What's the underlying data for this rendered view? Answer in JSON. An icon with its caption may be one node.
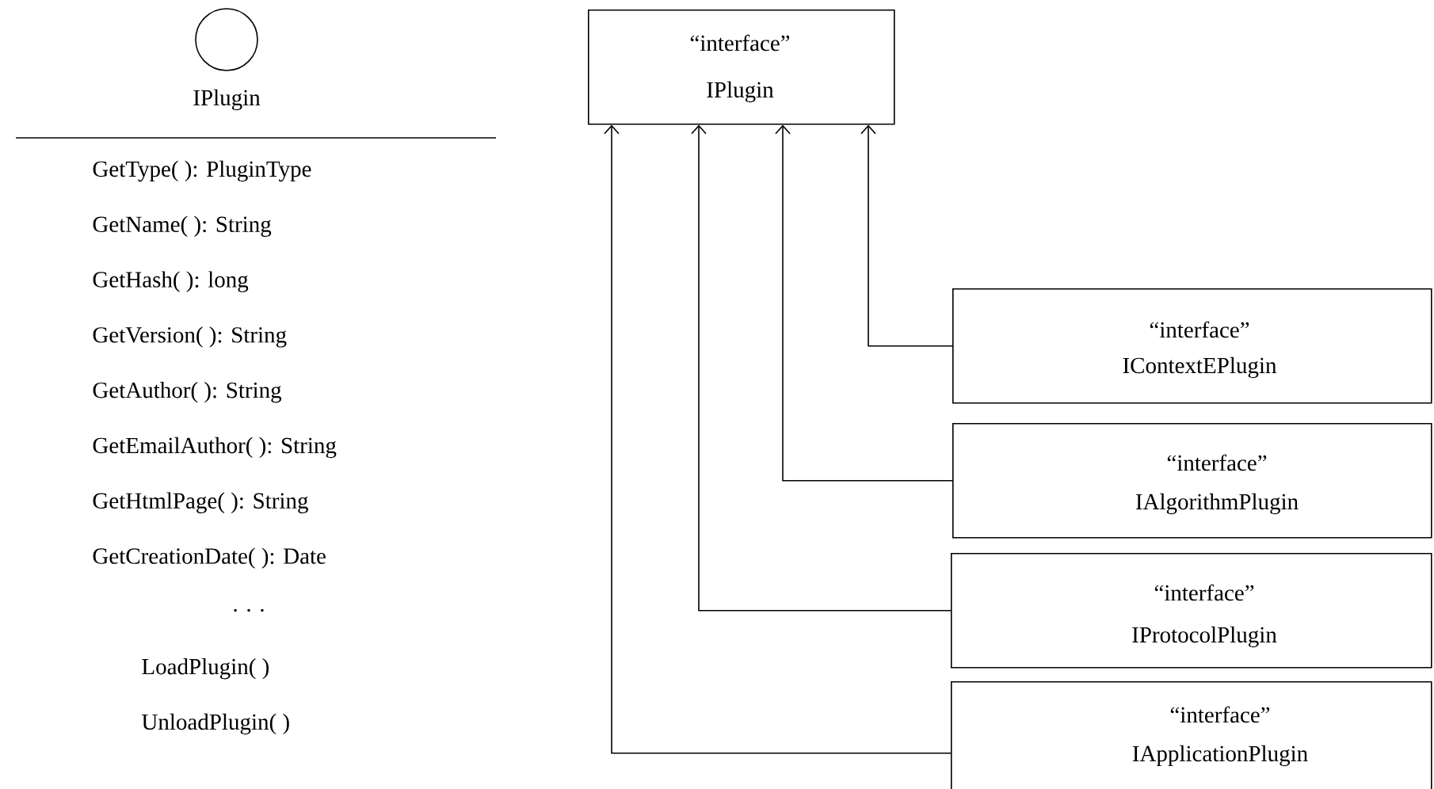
{
  "diagram": {
    "nodes": [
      {
        "text": [
          "IPlugin"
        ]
      },
      {
        "text": [
          "“interface”",
          "IPlugin"
        ]
      },
      {
        "text": [
          "“interface”",
          "IContextEPlugin"
        ]
      },
      {
        "text": [
          "“interface”",
          "IAlgorithmPlugin"
        ]
      },
      {
        "text": [
          "“interface”",
          "IProtocolPlugin"
        ]
      },
      {
        "text": [
          "“interface”",
          "IApplicationPlugin"
        ]
      }
    ],
    "edges": [
      {
        "from": 2,
        "to": 1,
        "arrow": "to"
      },
      {
        "from": 3,
        "to": 1,
        "arrow": "to"
      },
      {
        "from": 4,
        "to": 1,
        "arrow": "to"
      },
      {
        "from": 5,
        "to": 1,
        "arrow": "to"
      }
    ],
    "labels": [
      "GetType( ): PluginType",
      "GetName( ): String",
      "GetHash( ): long",
      "GetVersion( ): String",
      "GetAuthor( ): String",
      "GetEmailAuthor( ): String",
      "GetHtmlPage( ): String",
      "GetCreationDate( ): Date",
      "· · ·",
      "LoadPlugin( )",
      "UnloadPlugin( )"
    ]
  }
}
